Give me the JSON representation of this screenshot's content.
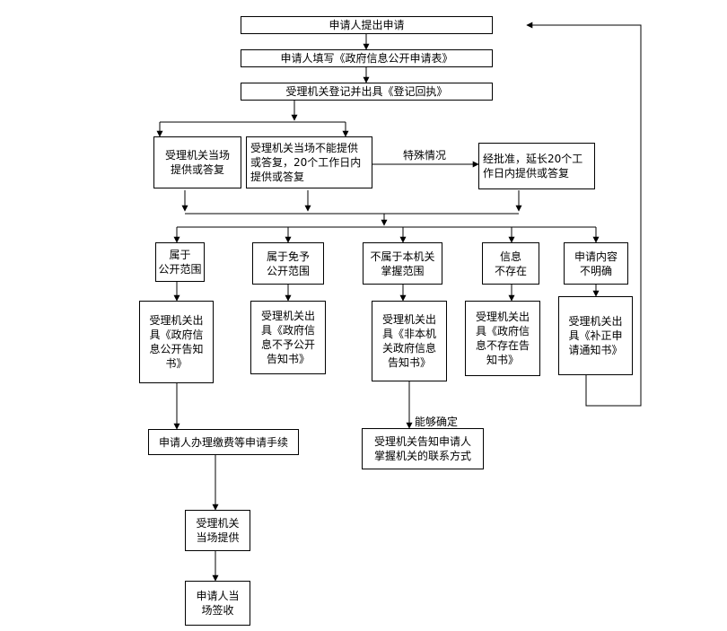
{
  "boxes": {
    "b1": "申请人提出申请",
    "b2": "申请人填写《政府信息公开申请表》",
    "b3": "受理机关登记并出具《登记回执》",
    "b4": "受理机关当场\n提供或答复",
    "b5": "受理机关当场不能提供\n或答复，20个工作日内\n提供或答复",
    "b6": "经批准，延长20个工\n作日内提供或答复",
    "c1": "属于\n公开范围",
    "c2": "属于免予\n公开范围",
    "c3": "不属于本机关\n掌握范围",
    "c4": "信息\n不存在",
    "c5": "申请内容\n不明确",
    "d1": "受理机关出\n具《政府信\n息公开告知\n书》",
    "d2": "受理机关出\n具《政府信\n息不予公开\n告知书》",
    "d3": "受理机关出\n具《非本机\n关政府信息\n告知书》",
    "d4": "受理机关出\n具《政府信\n息不存在告\n知书》",
    "d5": "受理机关出\n具《补正申\n请通知书》",
    "e1": "申请人办理缴费等申请手续",
    "e3": "受理机关告知申请人\n掌握机关的联系方式",
    "f1": "受理机关\n当场提供",
    "g1": "申请人当\n场签收"
  },
  "labels": {
    "special": "特殊情况",
    "can_confirm": "能够确定"
  }
}
